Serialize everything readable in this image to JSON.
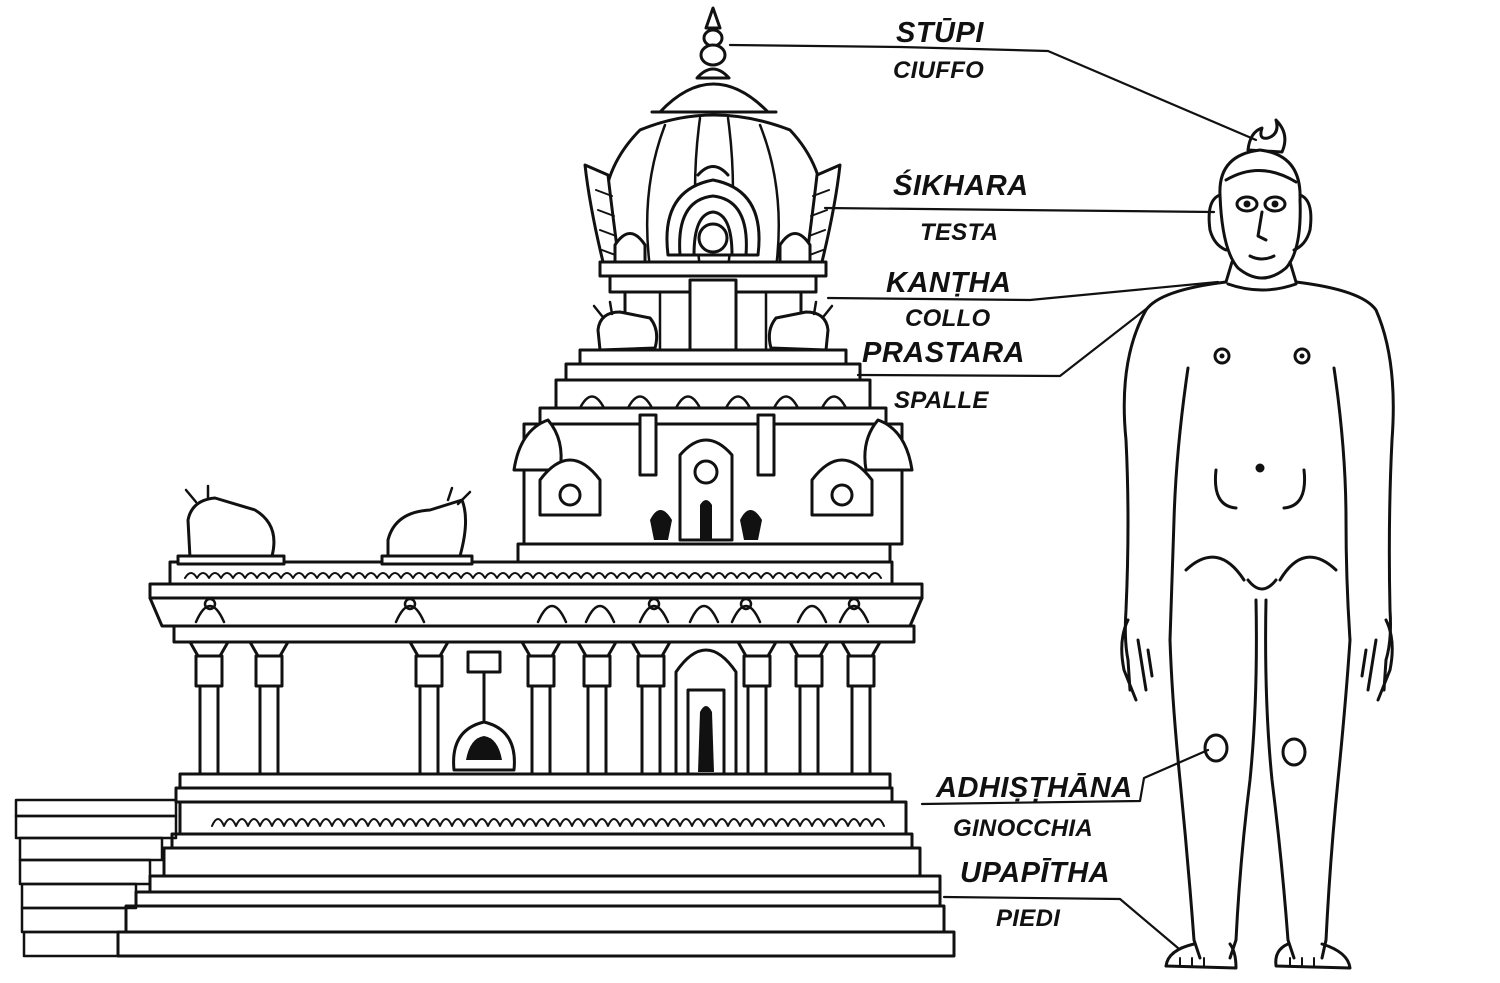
{
  "labels": [
    {
      "id": "stupi",
      "term": "STŪPI",
      "translation": "CIUFFO"
    },
    {
      "id": "sikhara",
      "term": "ŚIKHARA",
      "translation": "TESTA"
    },
    {
      "id": "kantha",
      "term": "KANṬHA",
      "translation": "COLLO"
    },
    {
      "id": "prastara",
      "term": "PRASTARA",
      "translation": "SPALLE"
    },
    {
      "id": "adhisthana",
      "term": "ADHIṢṬHĀNA",
      "translation": "GINOCCHIA"
    },
    {
      "id": "upapitha",
      "term": "UPAPĪTHA",
      "translation": "PIEDI"
    }
  ]
}
